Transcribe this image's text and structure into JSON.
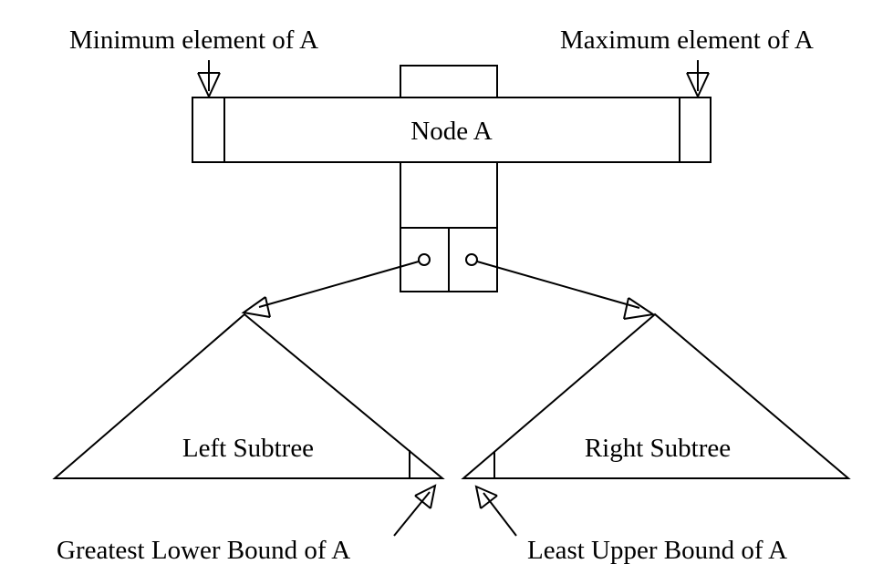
{
  "diagram": {
    "labels": {
      "min_element": "Minimum element of A",
      "max_element": "Maximum element of A",
      "node": "Node A",
      "left_subtree": "Left Subtree",
      "right_subtree": "Right Subtree",
      "glb": "Greatest Lower Bound of A",
      "lub": "Least Upper Bound of A"
    },
    "colors": {
      "stroke": "#000000",
      "background": "#ffffff"
    }
  }
}
